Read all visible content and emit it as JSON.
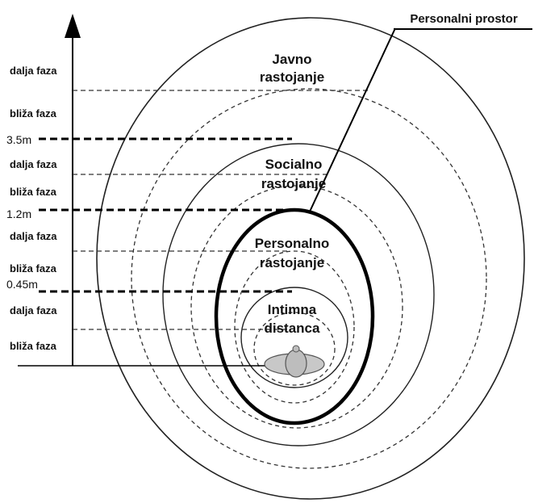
{
  "title": "Personalni prostor",
  "zones": {
    "public": [
      "Javno",
      "rastojanje"
    ],
    "social": [
      "Socialno",
      "rastojanje"
    ],
    "personal": [
      "Personalno",
      "rastojanje"
    ],
    "intimate": [
      "Intimna",
      "distanca"
    ]
  },
  "distances": {
    "d1": "3.5m",
    "d2": "1.2m",
    "d3": "0.45m"
  },
  "phases": {
    "far": "dalja faza",
    "near": "bliža faza"
  }
}
